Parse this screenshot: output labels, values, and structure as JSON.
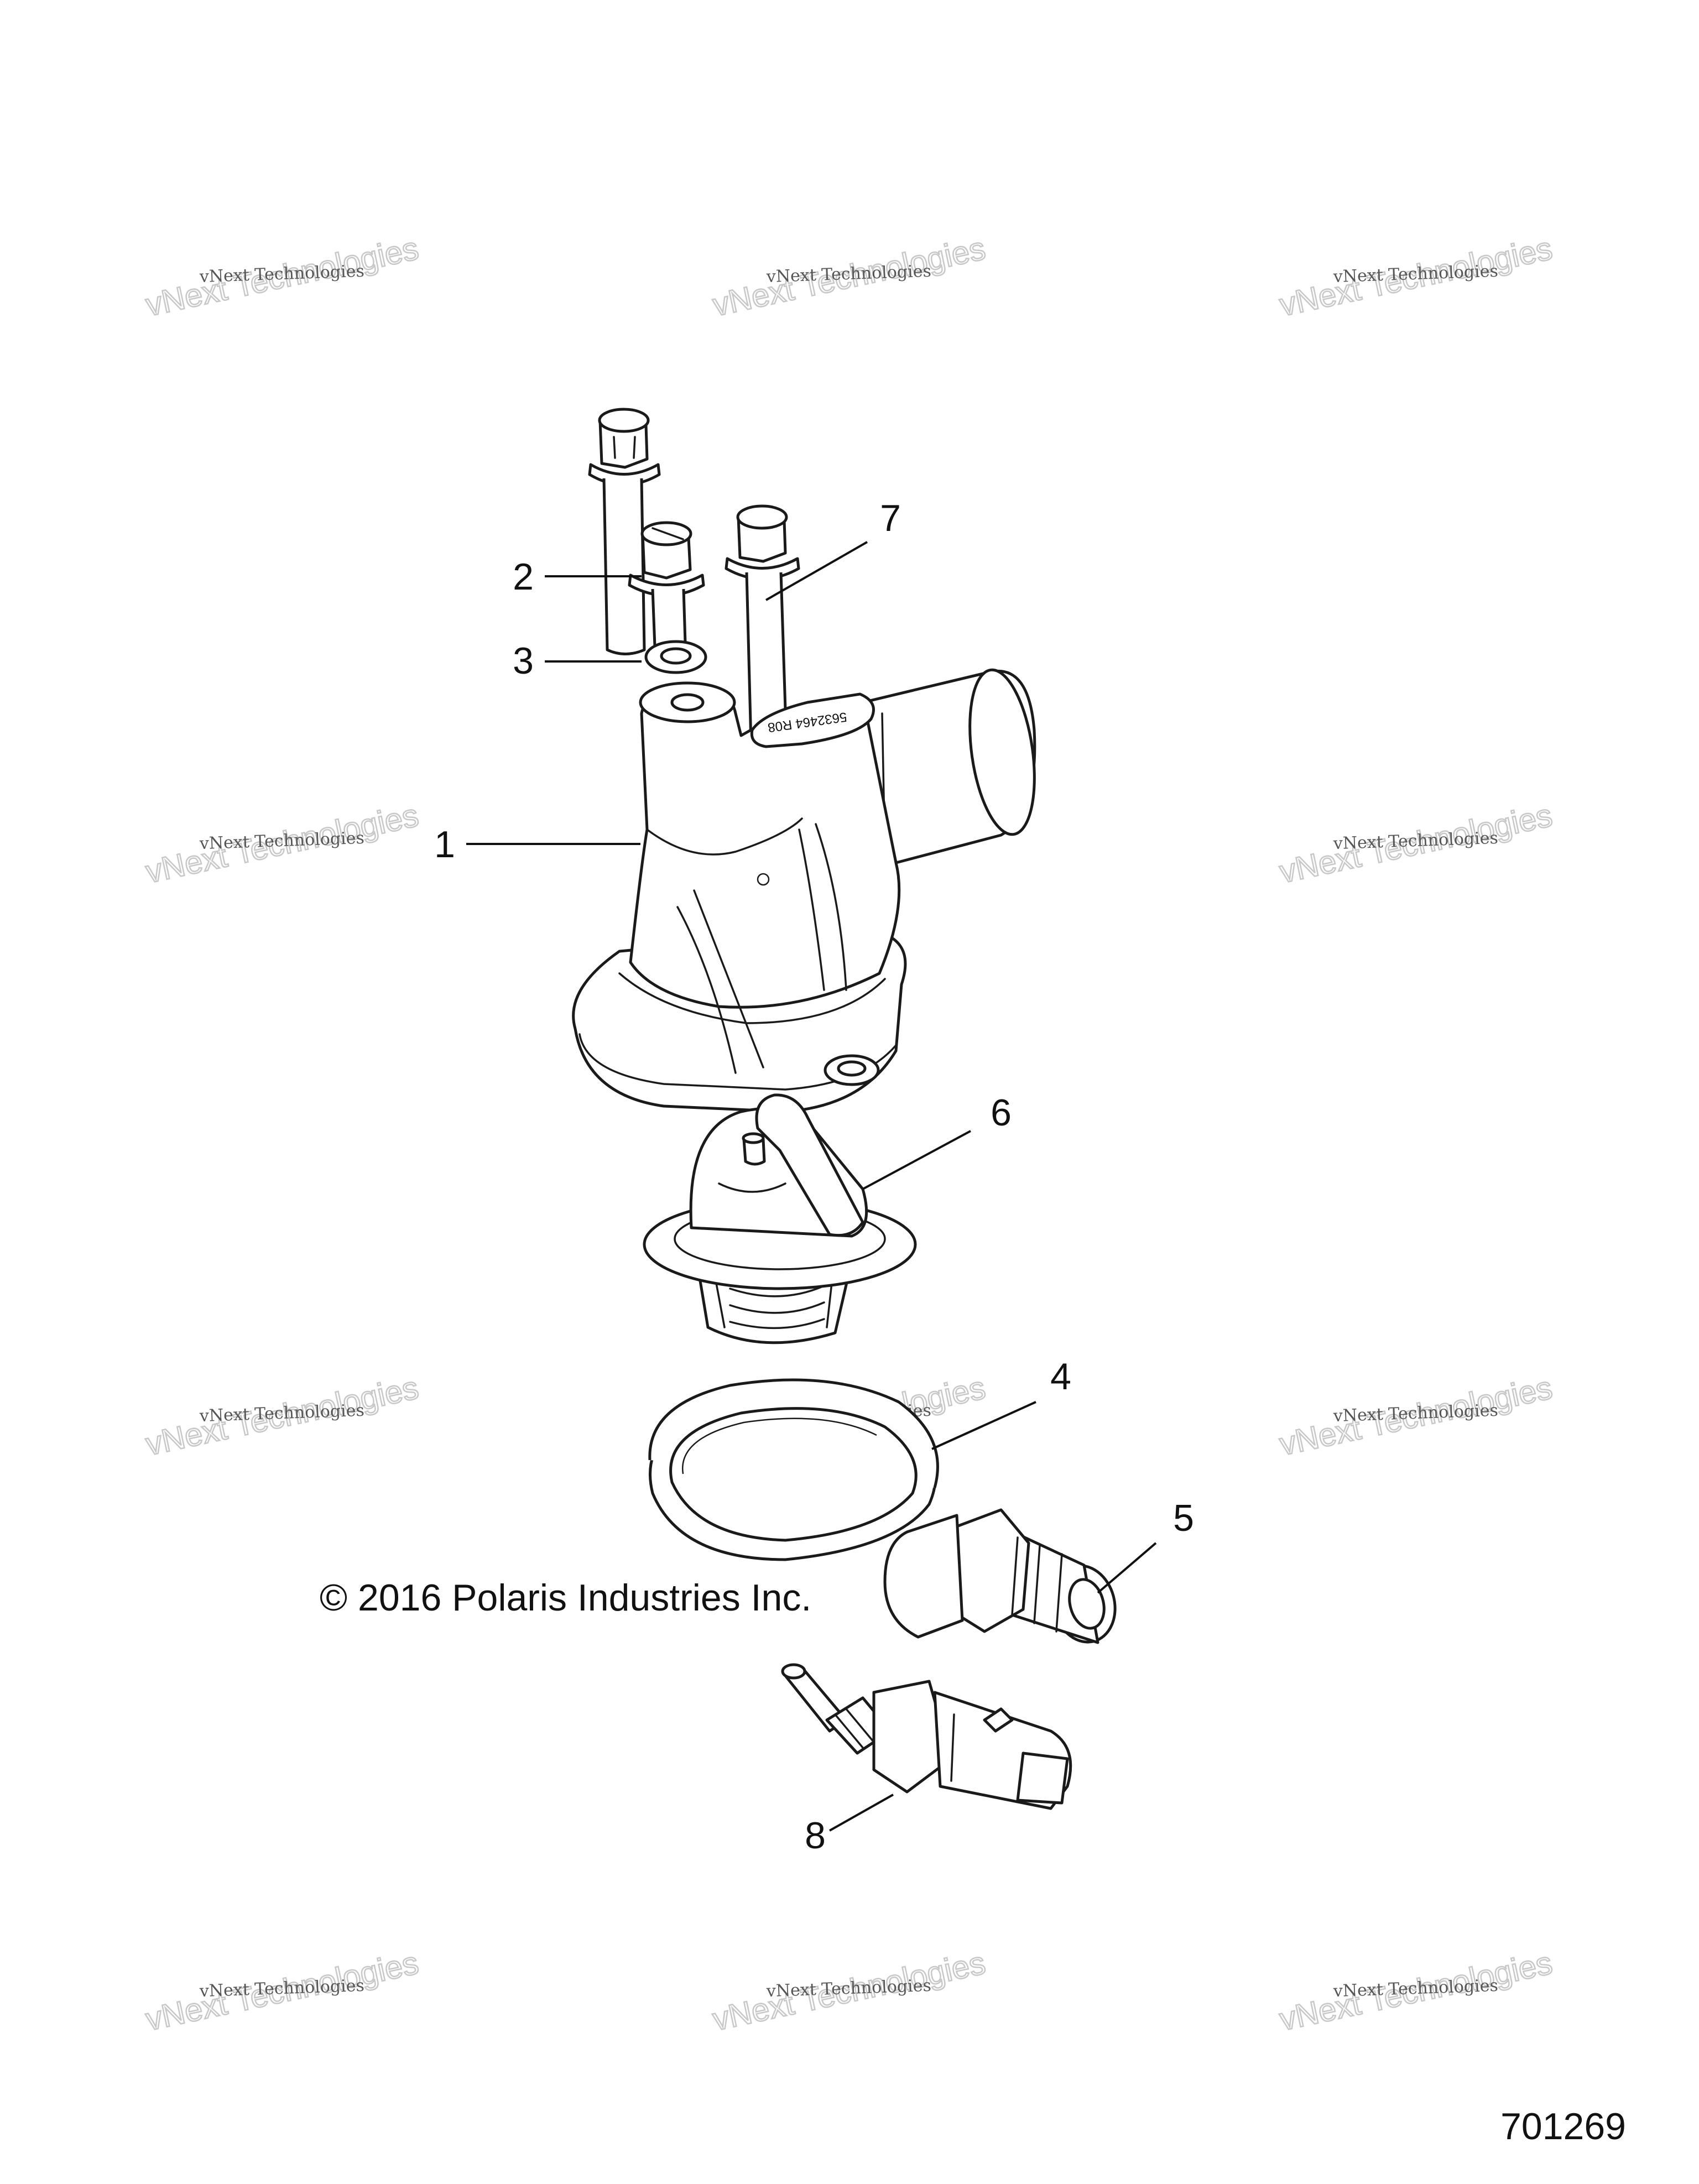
{
  "diagram": {
    "callouts": [
      "1",
      "2",
      "3",
      "4",
      "5",
      "6",
      "7",
      "8"
    ],
    "copyright": "© 2016 Polaris Industries Inc.",
    "figure_number": "701269",
    "housing_marking": "5632464 R08",
    "watermark": {
      "line1": "vNext Technologies",
      "line2": "vNext Technologies"
    }
  }
}
